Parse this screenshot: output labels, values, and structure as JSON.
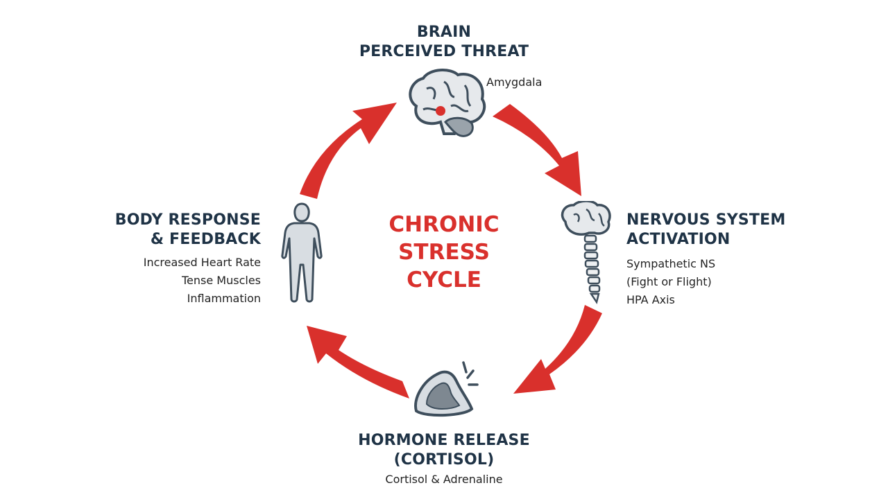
{
  "center": {
    "line1": "CHRONIC",
    "line2": "STRESS",
    "line3": "CYCLE"
  },
  "stages": {
    "brain": {
      "title_line1": "BRAIN",
      "title_line2": "PERCEIVED THREAT",
      "detail": "Amygdala"
    },
    "nervous": {
      "title_line1": "NERVOUS SYSTEM",
      "title_line2": "ACTIVATION",
      "details": [
        "Sympathetic NS",
        "(Fight or Flight)",
        "HPA Axis"
      ]
    },
    "hormone": {
      "title_line1": "HORMONE RELEASE",
      "title_line2": "(CORTISOL)",
      "detail": "Cortisol & Adrenaline"
    },
    "body": {
      "title_line1": "BODY RESPONSE",
      "title_line2": "& FEEDBACK",
      "details": [
        "Increased Heart Rate",
        "Tense Muscles",
        "Inflammation"
      ]
    }
  },
  "colors": {
    "arrow": "#d9302c",
    "title": "#1f3346",
    "icon_stroke": "#3e4e5c",
    "icon_fill": "#d8dde2"
  },
  "icons": [
    "brain-icon",
    "brain-spine-icon",
    "adrenal-gland-icon",
    "human-body-icon"
  ]
}
